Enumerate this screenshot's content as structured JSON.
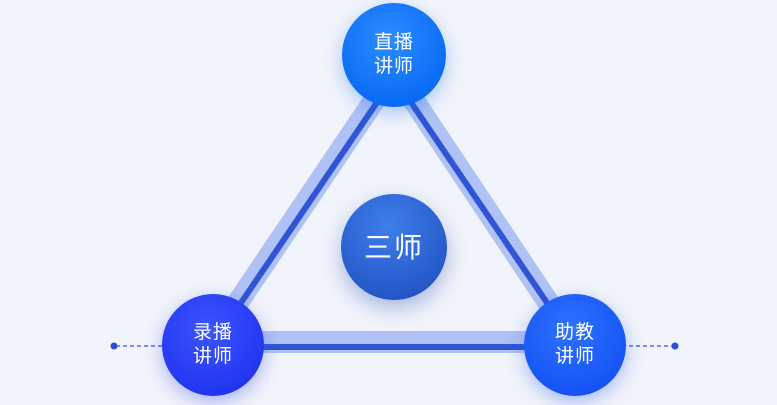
{
  "diagram": {
    "center": {
      "label": "三师"
    },
    "nodes": {
      "top": {
        "label": "直播\n讲师"
      },
      "bottom_left": {
        "label": "录播\n讲师"
      },
      "bottom_right": {
        "label": "助教\n讲师"
      }
    }
  },
  "colors": {
    "background": "#f1f4fa",
    "edge_light": "#a9bdf5",
    "edge_dark": "#2f55d4",
    "connector": "#3b4fd8"
  }
}
